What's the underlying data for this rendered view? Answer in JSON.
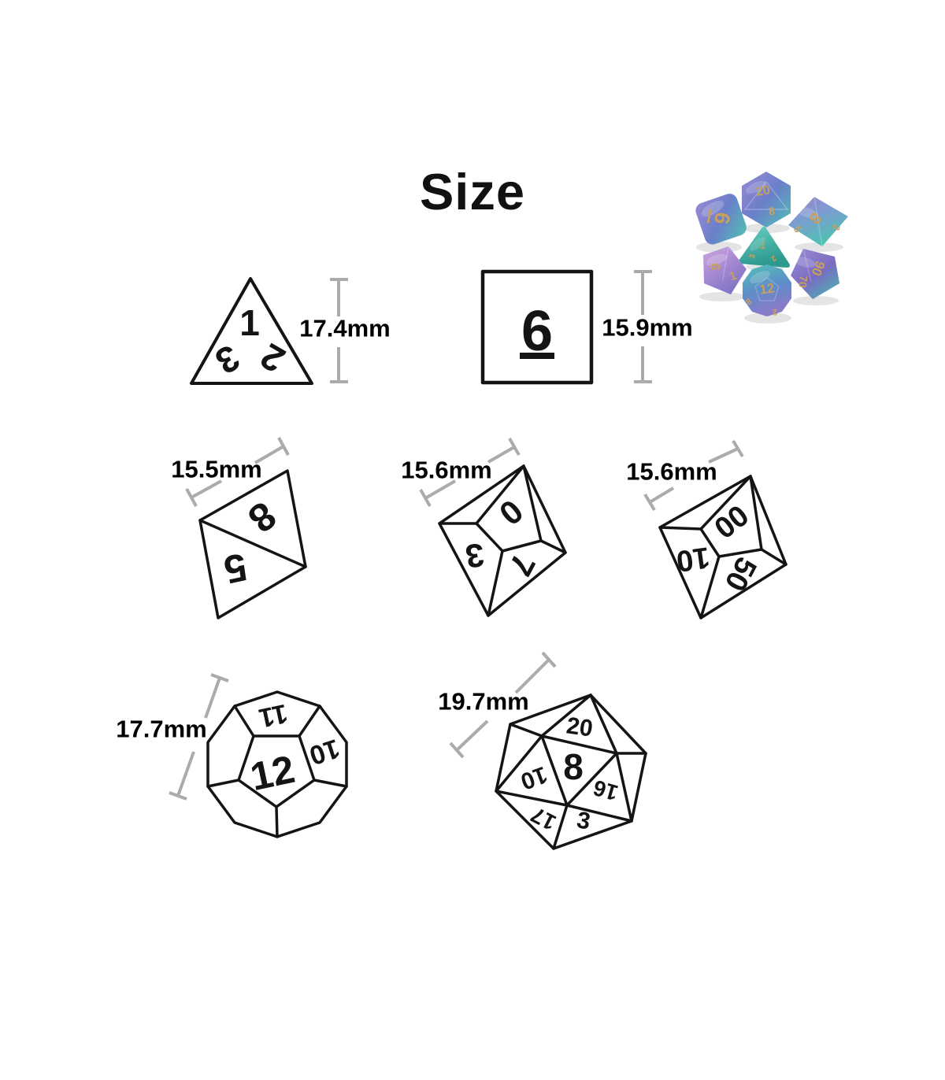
{
  "title": "Size",
  "style": {
    "background": "#ffffff",
    "line_color": "#141414",
    "dimension_line_color": "#ababab",
    "label_color": "#000000"
  },
  "diagram_dice": {
    "d4": {
      "dimension": "17.4mm",
      "numbers": {
        "n1": "1",
        "n2": "2",
        "n3": "3"
      }
    },
    "d6": {
      "dimension": "15.9mm",
      "numbers": {
        "n6": "6"
      }
    },
    "d8": {
      "dimension": "15.5mm",
      "numbers": {
        "n8": "8",
        "n5": "5"
      }
    },
    "d10": {
      "dimension": "15.6mm",
      "numbers": {
        "n0": "0",
        "n3": "3",
        "n7": "7"
      }
    },
    "d100": {
      "dimension": "15.6mm",
      "numbers": {
        "n00": "00",
        "n10": "10",
        "n50": "50"
      }
    },
    "d12": {
      "dimension": "17.7mm",
      "numbers": {
        "n12": "12",
        "n11": "11",
        "n10": "10"
      }
    },
    "d20": {
      "dimension": "19.7mm",
      "numbers": {
        "n20": "20",
        "n8": "8",
        "n10": "10",
        "n16": "16",
        "n17": "17",
        "n3": "3"
      }
    }
  },
  "photo": {
    "colors": {
      "purple": "#8d7ecb",
      "blue": "#5f7dc6",
      "teal": "#4bbcb0",
      "pink": "#c79ed8",
      "gold": "#c7a05e"
    },
    "numbers": {
      "d20_a": "20",
      "d20_b": "8",
      "d6": "6",
      "d8_a": "8",
      "d8_b": "2",
      "d8_c": "5",
      "d4_a": "1",
      "d4_b": "3",
      "d4_c": "2",
      "d10_a": "9",
      "d10_b": "1",
      "d12_a": "12",
      "d12_b": "8",
      "d12_c": "2",
      "d100_a": "90",
      "d100_b": "70"
    }
  }
}
